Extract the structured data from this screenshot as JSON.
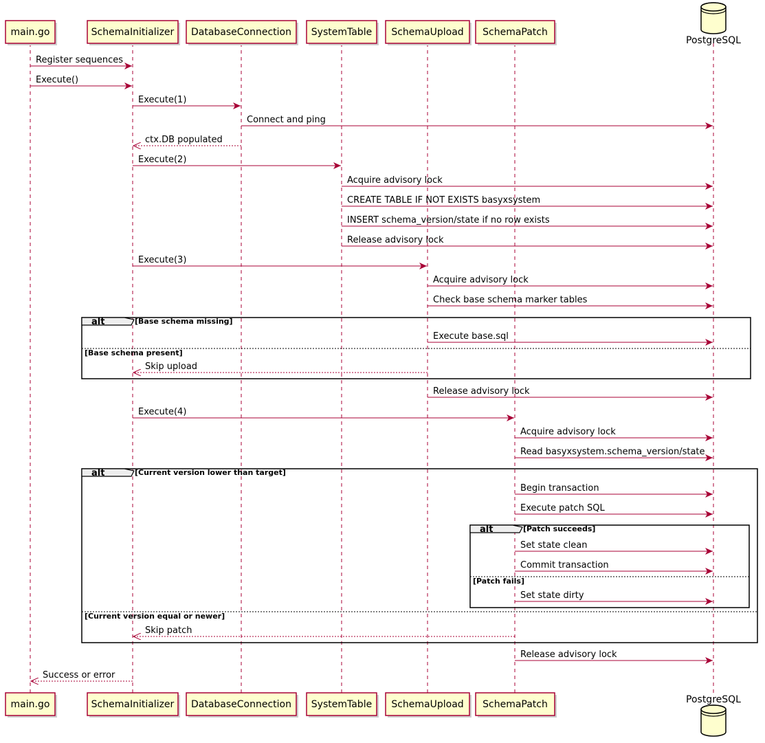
{
  "participants": [
    {
      "id": "main",
      "label": "main.go",
      "kind": "box"
    },
    {
      "id": "init",
      "label": "SchemaInitializer",
      "kind": "box"
    },
    {
      "id": "dbc",
      "label": "DatabaseConnection",
      "kind": "box"
    },
    {
      "id": "sys",
      "label": "SystemTable",
      "kind": "box"
    },
    {
      "id": "upl",
      "label": "SchemaUpload",
      "kind": "box"
    },
    {
      "id": "pat",
      "label": "SchemaPatch",
      "kind": "box"
    },
    {
      "id": "pg",
      "label": "PostgreSQL",
      "kind": "database"
    }
  ],
  "messages": [
    {
      "from": "main",
      "to": "init",
      "label": "Register sequences",
      "style": "sync"
    },
    {
      "from": "main",
      "to": "init",
      "label": "Execute()",
      "style": "sync"
    },
    {
      "from": "init",
      "to": "dbc",
      "label": "Execute(1)",
      "style": "sync"
    },
    {
      "from": "dbc",
      "to": "pg",
      "label": "Connect and ping",
      "style": "sync"
    },
    {
      "from": "dbc",
      "to": "init",
      "label": "ctx.DB populated",
      "style": "return"
    },
    {
      "from": "init",
      "to": "sys",
      "label": "Execute(2)",
      "style": "sync"
    },
    {
      "from": "sys",
      "to": "pg",
      "label": "Acquire advisory lock",
      "style": "sync"
    },
    {
      "from": "sys",
      "to": "pg",
      "label": "CREATE TABLE IF NOT EXISTS basyxsystem",
      "style": "sync"
    },
    {
      "from": "sys",
      "to": "pg",
      "label": "INSERT schema_version/state if no row exists",
      "style": "sync"
    },
    {
      "from": "sys",
      "to": "pg",
      "label": "Release advisory lock",
      "style": "sync"
    },
    {
      "from": "init",
      "to": "upl",
      "label": "Execute(3)",
      "style": "sync"
    },
    {
      "from": "upl",
      "to": "pg",
      "label": "Acquire advisory lock",
      "style": "sync"
    },
    {
      "from": "upl",
      "to": "pg",
      "label": "Check base schema marker tables",
      "style": "sync"
    },
    {
      "from": "upl",
      "to": "pg",
      "label": "Execute base.sql",
      "style": "sync"
    },
    {
      "from": "upl",
      "to": "init",
      "label": "Skip upload",
      "style": "return"
    },
    {
      "from": "upl",
      "to": "pg",
      "label": "Release advisory lock",
      "style": "sync"
    },
    {
      "from": "init",
      "to": "pat",
      "label": "Execute(4)",
      "style": "sync"
    },
    {
      "from": "pat",
      "to": "pg",
      "label": "Acquire advisory lock",
      "style": "sync"
    },
    {
      "from": "pat",
      "to": "pg",
      "label": "Read basyxsystem.schema_version/state",
      "style": "sync"
    },
    {
      "from": "pat",
      "to": "pg",
      "label": "Begin transaction",
      "style": "sync"
    },
    {
      "from": "pat",
      "to": "pg",
      "label": "Execute patch SQL",
      "style": "sync"
    },
    {
      "from": "pat",
      "to": "pg",
      "label": "Set state clean",
      "style": "sync"
    },
    {
      "from": "pat",
      "to": "pg",
      "label": "Commit transaction",
      "style": "sync"
    },
    {
      "from": "pat",
      "to": "pg",
      "label": "Set state dirty",
      "style": "sync"
    },
    {
      "from": "pat",
      "to": "init",
      "label": "Skip patch",
      "style": "return"
    },
    {
      "from": "pat",
      "to": "pg",
      "label": "Release advisory lock",
      "style": "sync"
    },
    {
      "from": "init",
      "to": "main",
      "label": "Success or error",
      "style": "return"
    }
  ],
  "fragments": [
    {
      "keyword": "alt",
      "guard": "[Base schema missing]",
      "else_guards": [
        "[Base schema present]"
      ]
    },
    {
      "keyword": "alt",
      "guard": "[Current version lower than target]",
      "else_guards": [
        "[Current version equal or newer]"
      ]
    },
    {
      "keyword": "alt",
      "guard": "[Patch succeeds]",
      "else_guards": [
        "[Patch fails]"
      ]
    }
  ],
  "colors": {
    "participant_fill": "#FEFECE",
    "participant_border": "#A80036",
    "arrow": "#A80036",
    "lifeline": "#A80036",
    "fragment_border": "#000000",
    "fragment_tab": "#EEEEEE"
  }
}
